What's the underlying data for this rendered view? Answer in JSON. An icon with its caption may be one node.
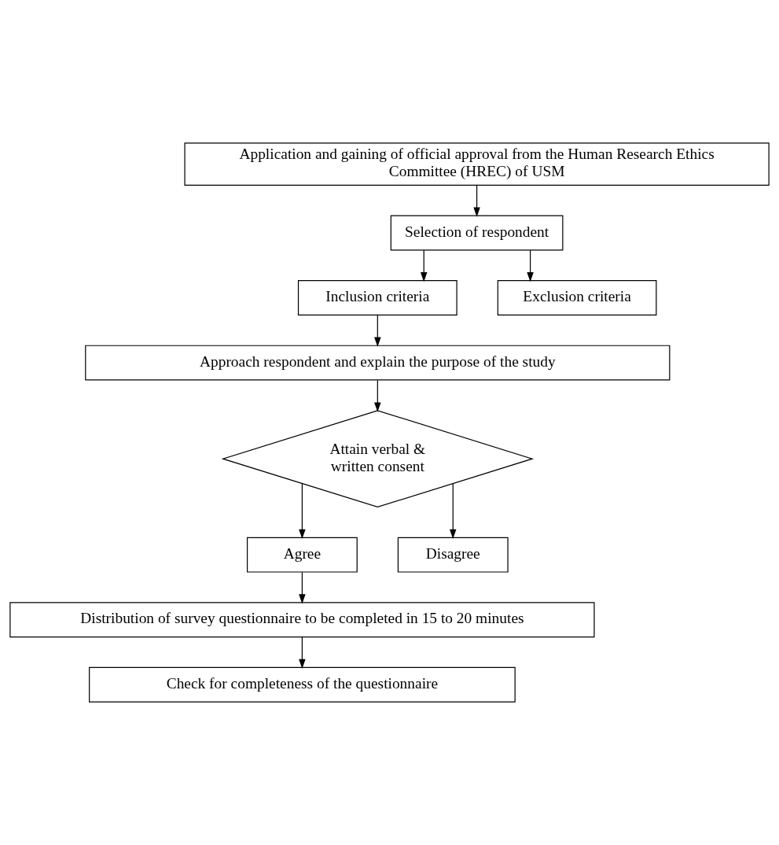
{
  "diagram": {
    "nodes": [
      {
        "text": [
          "Application and gaining of official approval from the Human Research Ethics Committee (HREC) of USM"
        ]
      },
      {
        "text": [
          "Selection of respondent"
        ]
      },
      {
        "text": [
          "Inclusion criteria"
        ]
      },
      {
        "text": [
          "Exclusion criteria"
        ]
      },
      {
        "text": [
          "Approach respondent and explain the purpose of the study"
        ]
      },
      {
        "text": [
          "Attain verbal & written consent"
        ]
      },
      {
        "text": [
          "Agree"
        ]
      },
      {
        "text": [
          "Disagree"
        ]
      },
      {
        "text": [
          "Distribution of survey questionnaire to be completed in 15 to 20 minutes"
        ]
      },
      {
        "text": [
          "Check for completeness of the questionnaire"
        ]
      }
    ],
    "edges": [
      {
        "from": 0,
        "to": 1,
        "arrow": "to"
      },
      {
        "from": 1,
        "to": 2,
        "arrow": "to"
      },
      {
        "from": 1,
        "to": 3,
        "arrow": "to"
      },
      {
        "from": 2,
        "to": 4,
        "arrow": "to"
      },
      {
        "from": 4,
        "to": 5,
        "arrow": "to"
      },
      {
        "from": 5,
        "to": 6,
        "arrow": "to"
      },
      {
        "from": 5,
        "to": 7,
        "arrow": "to"
      },
      {
        "from": 6,
        "to": 8,
        "arrow": "to"
      },
      {
        "from": 8,
        "to": 9,
        "arrow": "to"
      }
    ]
  }
}
